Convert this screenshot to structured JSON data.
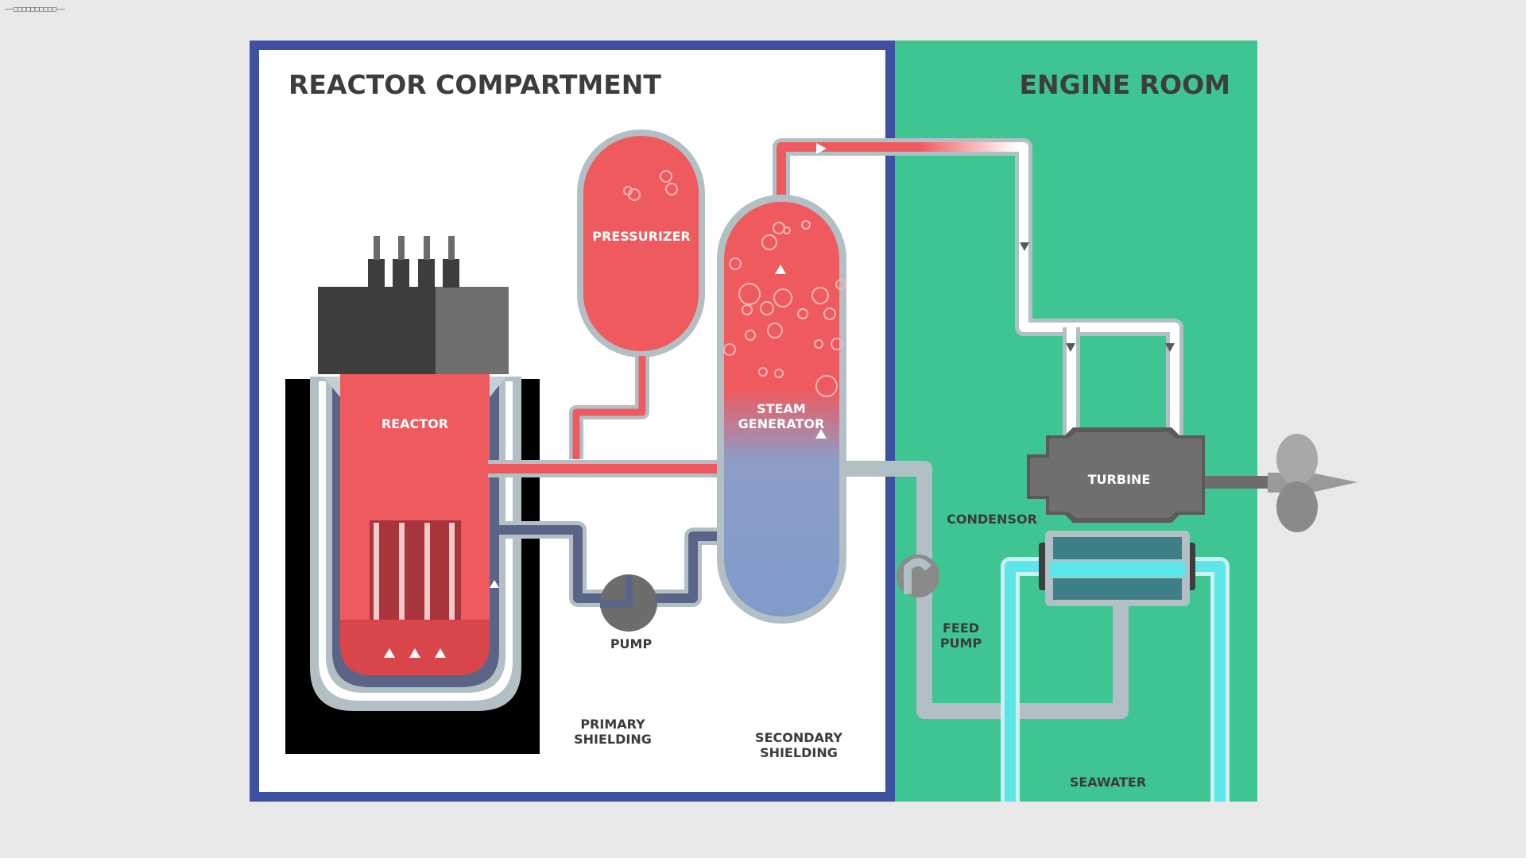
{
  "corner_caption": "——□□□□□□□□□□——",
  "compartments": {
    "reactor_title": "REACTOR COMPARTMENT",
    "engine_title": "ENGINE ROOM"
  },
  "labels": {
    "pressurizer": "PRESSURIZER",
    "reactor": "REACTOR",
    "steam_generator_l1": "STEAM",
    "steam_generator_l2": "GENERATOR",
    "pump": "PUMP",
    "primary_shielding_l1": "PRIMARY",
    "primary_shielding_l2": "SHIELDING",
    "secondary_shielding_l1": "SECONDARY",
    "secondary_shielding_l2": "SHIELDING",
    "turbine": "TURBINE",
    "condensor": "CONDENSOR",
    "feed_pump_l1": "FEED",
    "feed_pump_l2": "PUMP",
    "seawater": "SEAWATER"
  },
  "colors": {
    "reactor_red": "#ef5a5e",
    "engine_green": "#3fc592",
    "frame_blue": "#3d51a2",
    "coolant_blue": "#7f9cc9",
    "seawater_cyan": "#5ce6ea",
    "pipe_gray": "#b2c0c6"
  }
}
